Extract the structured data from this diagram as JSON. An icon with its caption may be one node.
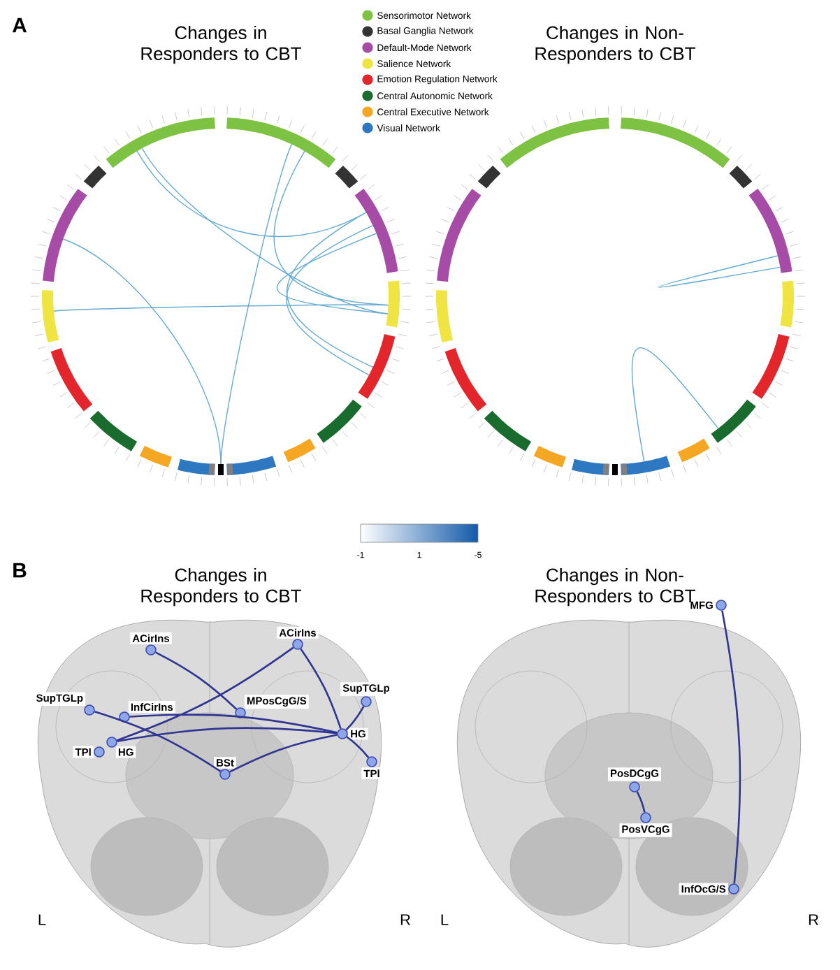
{
  "diagram": {
    "nodes": [
      {
        "text": [
          "ACirIns"
        ]
      },
      {
        "text": [
          "ACirIns"
        ]
      },
      {
        "text": [
          "SupTGLp"
        ]
      },
      {
        "text": [
          "InfCirIns"
        ]
      },
      {
        "text": [
          "MPosCgG/S"
        ]
      },
      {
        "text": [
          "SupTGLp"
        ]
      },
      {
        "text": [
          "HG"
        ]
      },
      {
        "text": [
          "TPl"
        ]
      },
      {
        "text": [
          "HG"
        ]
      },
      {
        "text": [
          "BSt"
        ]
      },
      {
        "text": [
          "TPl"
        ]
      },
      {
        "text": [
          "MFG"
        ]
      },
      {
        "text": [
          "PosDCgG"
        ]
      },
      {
        "text": [
          "PosVCgG"
        ]
      },
      {
        "text": [
          "InfOcG/S"
        ]
      }
    ],
    "edges": [
      {
        "from": 0,
        "to": 4,
        "arrow": "none"
      },
      {
        "from": 1,
        "to": 8,
        "arrow": "none"
      },
      {
        "from": 1,
        "to": 6,
        "arrow": "none"
      },
      {
        "from": 6,
        "to": 10,
        "arrow": "none"
      },
      {
        "from": 2,
        "to": 9,
        "arrow": "none"
      },
      {
        "from": 3,
        "to": 6,
        "arrow": "none"
      },
      {
        "from": 5,
        "to": 6,
        "arrow": "none"
      },
      {
        "from": 9,
        "to": 6,
        "arrow": "none"
      },
      {
        "from": 8,
        "to": 6,
        "arrow": "none"
      },
      {
        "from": 11,
        "to": 14,
        "arrow": "none"
      },
      {
        "from": 12,
        "to": 13,
        "arrow": "none"
      }
    ],
    "labels": [
      "A",
      "Changes in Responders to CBT",
      "Changes in Non-Responders to CBT",
      "-1",
      "1",
      "-5",
      "B",
      "Changes in Responders to CBT",
      "Changes in Non-Responders to CBT",
      "L",
      "R",
      "L",
      "R"
    ],
    "legend": [
      {
        "text": "Sensorimotor Network",
        "color": "#7dc242"
      },
      {
        "text": "Basal Ganglia Network",
        "color": "#333333"
      },
      {
        "text": "Default-Mode Network",
        "color": "#a64ca6"
      },
      {
        "text": "Salience Network",
        "color": "#f0e442"
      },
      {
        "text": "Emotion Regulation Network",
        "color": "#e3262b"
      },
      {
        "text": "Central Autonomic Network",
        "color": "#1a6b2e"
      },
      {
        "text": "Central Executive Network",
        "color": "#f5a623"
      },
      {
        "text": "Visual Network",
        "color": "#2e78c2"
      }
    ]
  }
}
